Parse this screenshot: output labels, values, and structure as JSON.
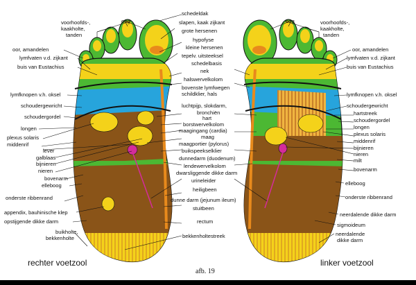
{
  "title": "",
  "caption": "afb. 19",
  "feet": [
    {
      "id": "right",
      "label": "rechter voetzool"
    },
    {
      "id": "left",
      "label": "linker voetzool"
    }
  ],
  "zones": [
    {
      "id": "voorhoofds",
      "text": "voorhoofds-,",
      "foot": "both"
    },
    {
      "id": "kaakholte",
      "text": "kaakholte,",
      "foot": "both"
    },
    {
      "id": "tanden",
      "text": "tanden",
      "foot": "both"
    },
    {
      "id": "oog",
      "text": "oog",
      "foot": "both"
    },
    {
      "id": "oor",
      "text": "oor, amandelen",
      "foot": "both"
    },
    {
      "id": "lymfvaten",
      "text": "lymfvaten v.d. zijkant",
      "foot": "both"
    },
    {
      "id": "buis",
      "text": "buis van Eustachius",
      "foot": "both"
    },
    {
      "id": "lymfknopen",
      "text": "lymfknopen v.h. oksel",
      "foot": "both"
    },
    {
      "id": "schoudergewricht",
      "text": "schoudergewricht",
      "foot": "both"
    },
    {
      "id": "hartstreek",
      "text": "hartstreek",
      "foot": "left"
    },
    {
      "id": "schoudergordel",
      "text": "schoudergordel",
      "foot": "both"
    },
    {
      "id": "longen",
      "text": "longen",
      "foot": "both"
    },
    {
      "id": "plexus",
      "text": "plexus solaris",
      "foot": "both"
    },
    {
      "id": "middenrif",
      "text": "middenrif",
      "foot": "both"
    },
    {
      "id": "bijnieren",
      "text": "bijnieren",
      "foot": "both"
    },
    {
      "id": "nieren",
      "text": "nieren",
      "foot": "both"
    },
    {
      "id": "milt",
      "text": "milt",
      "foot": "left"
    },
    {
      "id": "lever",
      "text": "lever",
      "foot": "right"
    },
    {
      "id": "galblaas",
      "text": "galblaas",
      "foot": "right"
    },
    {
      "id": "bovenarm",
      "text": "bovenarm",
      "foot": "both"
    },
    {
      "id": "elleboog",
      "text": "elleboog",
      "foot": "both"
    },
    {
      "id": "ribbenrand",
      "text": "onderste ribbenrand",
      "foot": "both"
    },
    {
      "id": "appendix",
      "text": "appendix, bauhinische klep",
      "foot": "right"
    },
    {
      "id": "opstijgende",
      "text": "opstijgende dikke darm",
      "foot": "right"
    },
    {
      "id": "neerdalende",
      "text": "neerdalende dikke darm",
      "foot": "left"
    },
    {
      "id": "sigmoideum",
      "text": "sigmoideum",
      "foot": "left"
    },
    {
      "id": "neerdalende2",
      "text": "neerdalende",
      "foot": "left"
    },
    {
      "id": "dikkedarm2",
      "text": "dikke darm",
      "foot": "left"
    },
    {
      "id": "buikholte",
      "text": "buikholte,",
      "foot": "right"
    },
    {
      "id": "bekkenholte",
      "text": "bekkenholte",
      "foot": "right"
    },
    {
      "id": "schedeldak",
      "text": "schedeldak",
      "foot": "center"
    },
    {
      "id": "slapen",
      "text": "slapen, kaak zijkant",
      "foot": "center"
    },
    {
      "id": "hersenen",
      "text": "grote hersenen",
      "foot": "center"
    },
    {
      "id": "hypofyse",
      "text": "hypofyse",
      "foot": "center"
    },
    {
      "id": "kleine",
      "text": "kleine hersenen",
      "foot": "center"
    },
    {
      "id": "tepelv",
      "text": "tepelv. uitsteeksel",
      "foot": "center"
    },
    {
      "id": "schedelbasis",
      "text": "schedelbasis",
      "foot": "center"
    },
    {
      "id": "nek",
      "text": "nek",
      "foot": "center"
    },
    {
      "id": "halswervelkolom",
      "text": "halswervelkolom",
      "foot": "center"
    },
    {
      "id": "bovenste",
      "text": "bovenste lymfwegen",
      "foot": "center"
    },
    {
      "id": "schildklier",
      "text": "schildklier, hals",
      "foot": "center"
    },
    {
      "id": "luchtpijp",
      "text": "luchtpijp, slokdarm,",
      "foot": "center"
    },
    {
      "id": "bronchien",
      "text": "bronchiën",
      "foot": "center"
    },
    {
      "id": "hart",
      "text": "hart",
      "foot": "center"
    },
    {
      "id": "borstwervel",
      "text": "borstwervelkolom",
      "foot": "center"
    },
    {
      "id": "maagingang",
      "text": "maagingang (cardia)",
      "foot": "center"
    },
    {
      "id": "maag",
      "text": "maag",
      "foot": "center"
    },
    {
      "id": "maagportier",
      "text": "maagportier (pylorus)",
      "foot": "center"
    },
    {
      "id": "buikspeeksel",
      "text": "buikspeekselklier",
      "foot": "center"
    },
    {
      "id": "dunnedarm",
      "text": "dunnedarm (duodenum)",
      "foot": "center"
    },
    {
      "id": "lendewervel",
      "text": "lendewervelkolom",
      "foot": "center"
    },
    {
      "id": "dwarsliggende",
      "text": "dwarsliggende dikke darm",
      "foot": "center"
    },
    {
      "id": "urineleider",
      "text": "urineleider",
      "foot": "center"
    },
    {
      "id": "heiligbeen",
      "text": "heiligbeen",
      "foot": "center"
    },
    {
      "id": "jejunum",
      "text": "dunne darm (jejunum ileum)",
      "foot": "center"
    },
    {
      "id": "stuitbeen",
      "text": "stuitbeen",
      "foot": "center"
    },
    {
      "id": "rectum",
      "text": "rectum",
      "foot": "center"
    },
    {
      "id": "bekkenholtestreek",
      "text": "bekkenholtestreek",
      "foot": "center"
    }
  ],
  "colors": {
    "green": "#4cb833",
    "yellow": "#f4d21a",
    "blue": "#27a4dc",
    "brown": "#8a5418",
    "orange": "#e88a1c",
    "magenta": "#d42c9b",
    "stripe": "#d08a25",
    "background": "#ffffff"
  }
}
